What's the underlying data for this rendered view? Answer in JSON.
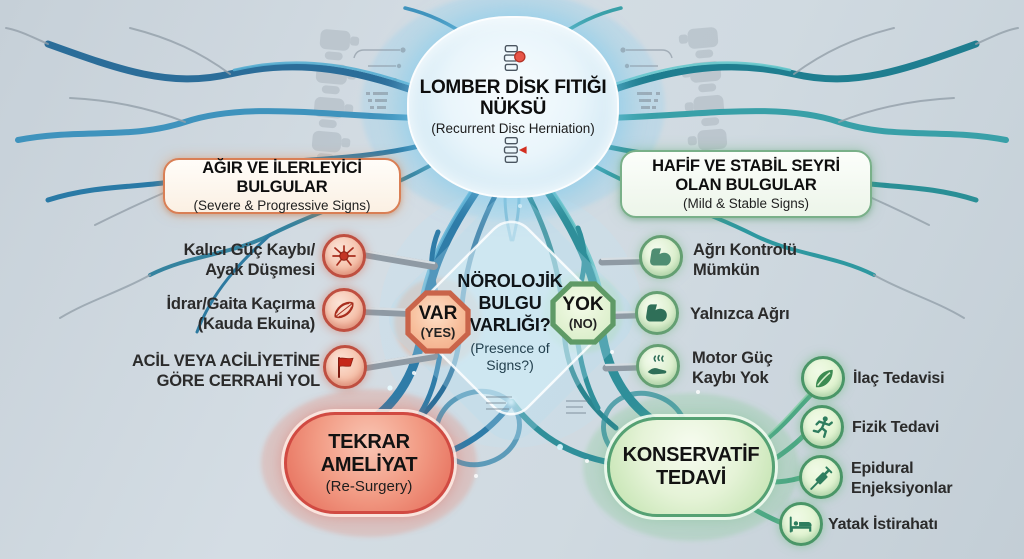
{
  "root_node": {
    "title": "LOMBER DİSK FITIĞI",
    "title2": "NÜKSÜ",
    "subtitle": "(Recurrent Disc Herniation)"
  },
  "left_branch": {
    "header_line1": "AĞIR VE İLERLEYİCİ BULGULAR",
    "header_line2": "(Severe & Progressive Signs)",
    "items": [
      {
        "label": "Kalıcı Güç Kaybı/",
        "label2": "Ayak Düşmesi",
        "icon": "neuron-icon"
      },
      {
        "label": "İdrar/Gaita Kaçırma",
        "label2": "(Kauda Ekuina)",
        "icon": "muscle-fiber-icon"
      },
      {
        "label": "ACİL VEYA ACİLİYETİNE",
        "label2": "GÖRE CERRAHİ YOL",
        "icon": "red-flag-icon"
      }
    ],
    "outcome_line1": "TEKRAR",
    "outcome_line2": "AMELİYAT",
    "outcome_line3": "(Re-Surgery)"
  },
  "decision_node": {
    "line1": "NÖROLOJİK",
    "line2": "BULGU",
    "line3": "VARLIĞI?",
    "line4": "(Presence of",
    "line5": "Signs?)",
    "yes_label": "VAR",
    "yes_sub": "(YES)",
    "no_label": "YOK",
    "no_sub": "(NO)"
  },
  "right_branch": {
    "header_line1": "HAFİF VE STABİL SEYRİ",
    "header_line2": "OLAN BULGULAR",
    "header_line3": "(Mild & Stable Signs)",
    "items": [
      {
        "label": "Ağrı Kontrolü",
        "label2": "Mümkün",
        "icon": "biceps-icon"
      },
      {
        "label": "Yalnızca Ağrı",
        "label2": "",
        "icon": "biceps-icon"
      },
      {
        "label": "Motor Güç",
        "label2": "Kaybı Yok",
        "icon": "care-hand-icon"
      }
    ],
    "outcome_line1": "KONSERVATİF",
    "outcome_line2": "TEDAVİ",
    "treatments": [
      {
        "label": "İlaç Tedavisi",
        "label2": "",
        "icon": "leaf-icon"
      },
      {
        "label": "Fizik Tedavi",
        "label2": "",
        "icon": "runner-icon"
      },
      {
        "label": "Epidural",
        "label2": "Enjeksiyonlar",
        "icon": "syringe-icon"
      },
      {
        "label": "Yatak İstirahatı",
        "label2": "",
        "icon": "bed-icon"
      }
    ]
  },
  "colors": {
    "background": "#ccd6dd",
    "severe_accent": "#cf5a45",
    "mild_accent": "#5d9e73",
    "nerve_blue": "#2e7ca8",
    "nerve_teal": "#2f8f9a",
    "node_glow": "#7ec8e8"
  }
}
